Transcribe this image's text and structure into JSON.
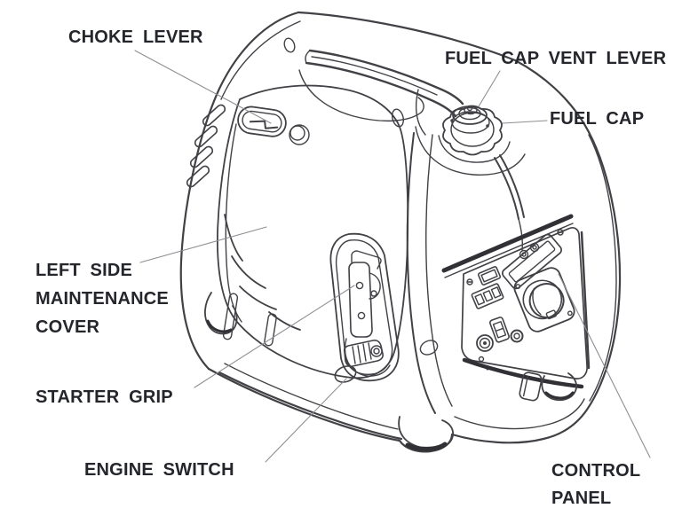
{
  "figure": {
    "type": "parts-diagram",
    "subject": "portable inverter generator line drawing with seven labeled parts",
    "background": "#ffffff",
    "colors": {
      "label_text": "#24262c",
      "line_art": "#414146",
      "line_art_heavy": "#303035",
      "leader_line": "#8e8e93"
    },
    "labels": {
      "choke_lever": {
        "text": "CHOKE LEVER"
      },
      "fuel_cap_vent_lever": {
        "text": "FUEL CAP VENT LEVER"
      },
      "fuel_cap": {
        "text": "FUEL CAP"
      },
      "left_side_maintenance_cover": {
        "line1": "LEFT SIDE",
        "line2": "MAINTENANCE",
        "line3": "COVER"
      },
      "starter_grip": {
        "text": "STARTER GRIP"
      },
      "engine_switch": {
        "text": "ENGINE SWITCH"
      },
      "control_panel": {
        "line1": "CONTROL",
        "line2": "PANEL"
      }
    }
  }
}
